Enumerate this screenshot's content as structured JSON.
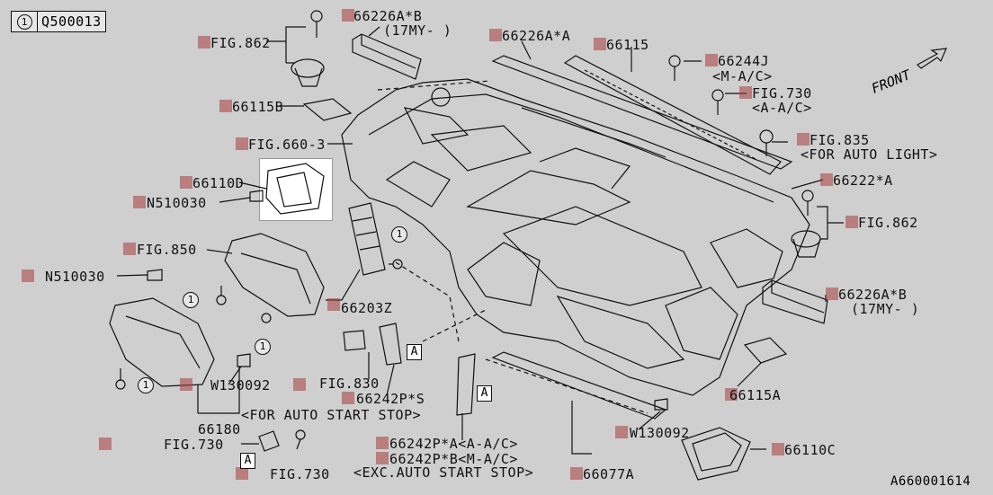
{
  "header": {
    "ref_number": "1",
    "part_code": "Q500013"
  },
  "front_label": "FRONT",
  "footer_id": "A660001614",
  "labels": {
    "l1": "66226A*B",
    "l2": "(17MY-  )",
    "l3": "66226A*A",
    "l4": "FIG.862",
    "l5": "66115",
    "l6": "66244J",
    "l7": "<M-A/C>",
    "l8": "FIG.730",
    "l9": "<A-A/C>",
    "l10": "66115B",
    "l11": "FIG.660-3",
    "l12": "FIG.835",
    "l13": "<FOR AUTO LIGHT>",
    "l14": "66110D",
    "l15": "66222*A",
    "l16": "N510030",
    "l17": "FIG.862",
    "l18": "FIG.850",
    "l19": "66226A*B",
    "l20": "(17MY-  )",
    "l21": "N510030",
    "l22": "66203Z",
    "l23": "FIG.830",
    "l24": "W130092",
    "l25": "66242P*S",
    "l26": "66115A",
    "l27": "<FOR AUTO START STOP>",
    "l28": "66180",
    "l29": "W130092",
    "l30": "FIG.730",
    "l31": "66242P*A<A-A/C>",
    "l32": "66110C",
    "l33": "66242P*B<M-A/C>",
    "l34": "FIG.730",
    "l35": "<EXC.AUTO START STOP>",
    "l36": "66077A"
  },
  "callouts": {
    "one": "1",
    "a": "A"
  }
}
